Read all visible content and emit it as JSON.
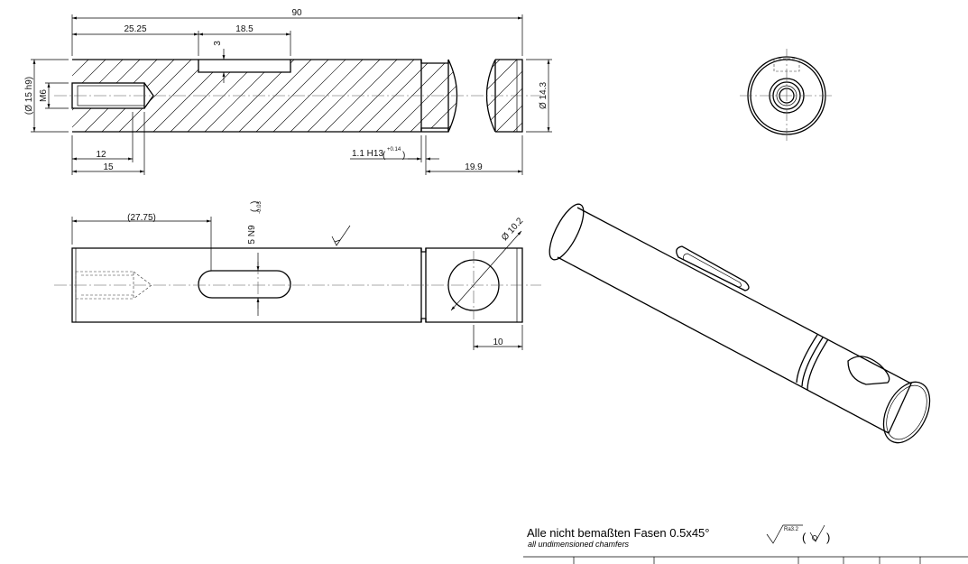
{
  "dimensions": {
    "overall_length": "90",
    "left_to_keyway": "25.25",
    "keyway_length": "18.5",
    "keyway_depth": "3",
    "shaft_diameter": "(Ø 15 h9)",
    "thread": "M6",
    "flat_diameter": "Ø 14.3",
    "thread_depth": "12",
    "drill_depth": "15",
    "groove_width": "1.1 H13",
    "groove_tol": "+0.14",
    "end_length": "19.9",
    "keyway_center": "(27.75)",
    "keyway_width": "5 N9",
    "keyway_width_tol": "-0.03",
    "cross_hole_dia": "Ø 10.2",
    "cross_hole_pos": "10"
  },
  "notes": {
    "chamfer_de": "Alle nicht bemaßten Fasen 0.5x45°",
    "chamfer_en": "all undimensioned chamfers",
    "roughness": "Ra3.2"
  }
}
